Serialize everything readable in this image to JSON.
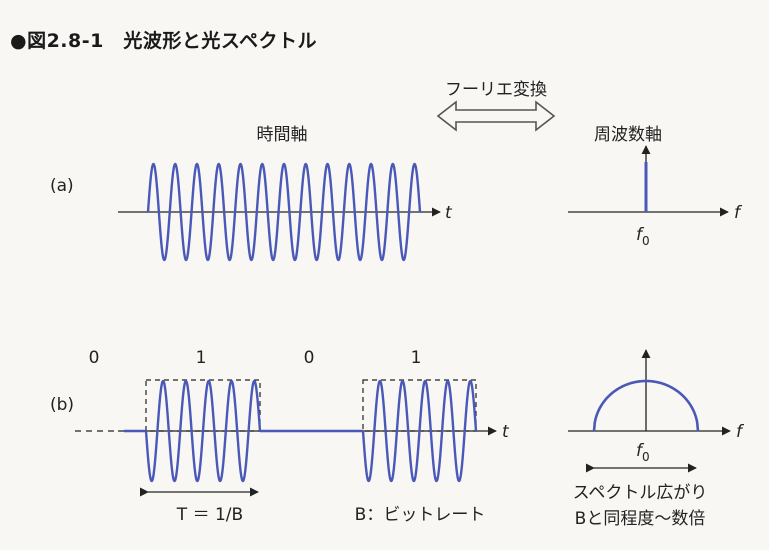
{
  "figure_title": "●図2.8-1　光波形と光スペクトル",
  "transform_label": "フーリエ変換",
  "time_domain_label": "時間軸",
  "frequency_domain_label": "周波数軸",
  "panel_a": {
    "label": "(a)",
    "time_axis_symbol": "t",
    "freq_axis_symbol": "f",
    "center_freq_label": "f",
    "center_freq_subscript": "0"
  },
  "panel_b": {
    "label": "(b)",
    "bits": [
      "0",
      "1",
      "0",
      "1"
    ],
    "time_axis_symbol": "t",
    "freq_axis_symbol": "f",
    "center_freq_label": "f",
    "center_freq_subscript": "0",
    "period_label": "T ＝ 1/B",
    "bitrate_label": "B：ビットレート",
    "spectrum_width_line1": "スペクトル広がり",
    "spectrum_width_line2": "Bと同程度〜数倍"
  },
  "colors": {
    "wave": "#4a58b8",
    "axis": "#222222"
  }
}
